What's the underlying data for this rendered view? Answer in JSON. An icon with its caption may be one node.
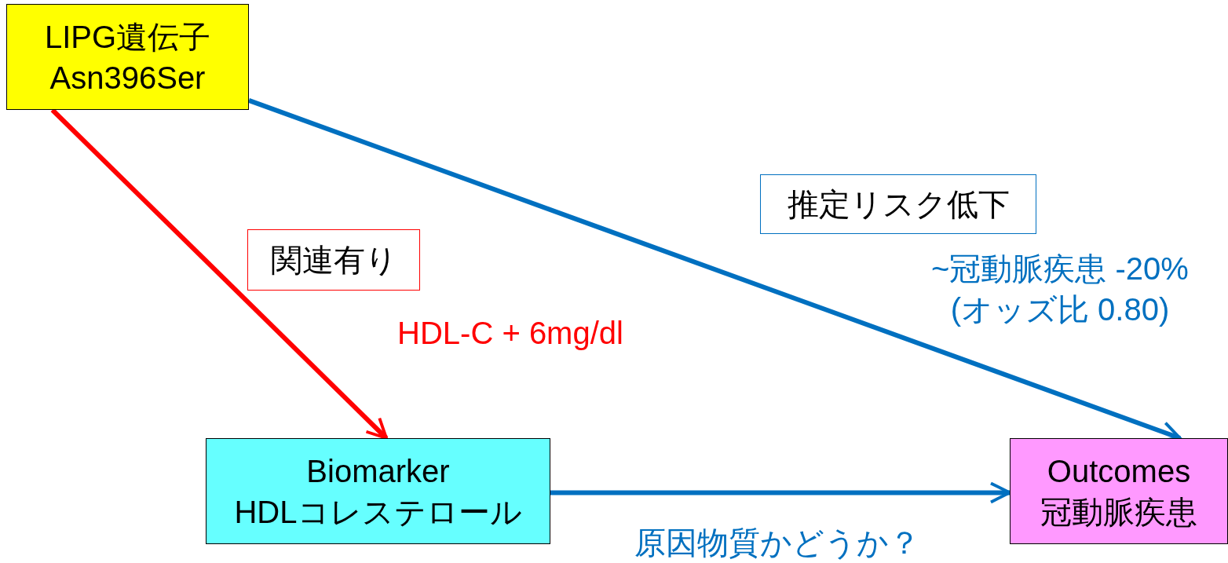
{
  "diagram": {
    "nodes": [
      {
        "text": [
          "LIPG遺伝子 Asn396Ser"
        ]
      },
      {
        "text": [
          "関連有り"
        ]
      },
      {
        "text": [
          "推定リスク低下"
        ]
      },
      {
        "text": [
          "Biomarker HDLコレステロール"
        ]
      },
      {
        "text": [
          "Outcomes 冠動脈疾患"
        ]
      }
    ],
    "edges": [
      {
        "from": 0,
        "to": 3,
        "arrow": "to",
        "label": "HDL-C + 6mg/dl",
        "color": "#ff0000"
      },
      {
        "from": 0,
        "to": 4,
        "arrow": "to",
        "label": "~冠動脈疾患 -20% (オッズ比 0.80)"
      },
      {
        "from": 3,
        "to": 4,
        "arrow": "to",
        "label": "原因物質かどうか？"
      }
    ]
  }
}
